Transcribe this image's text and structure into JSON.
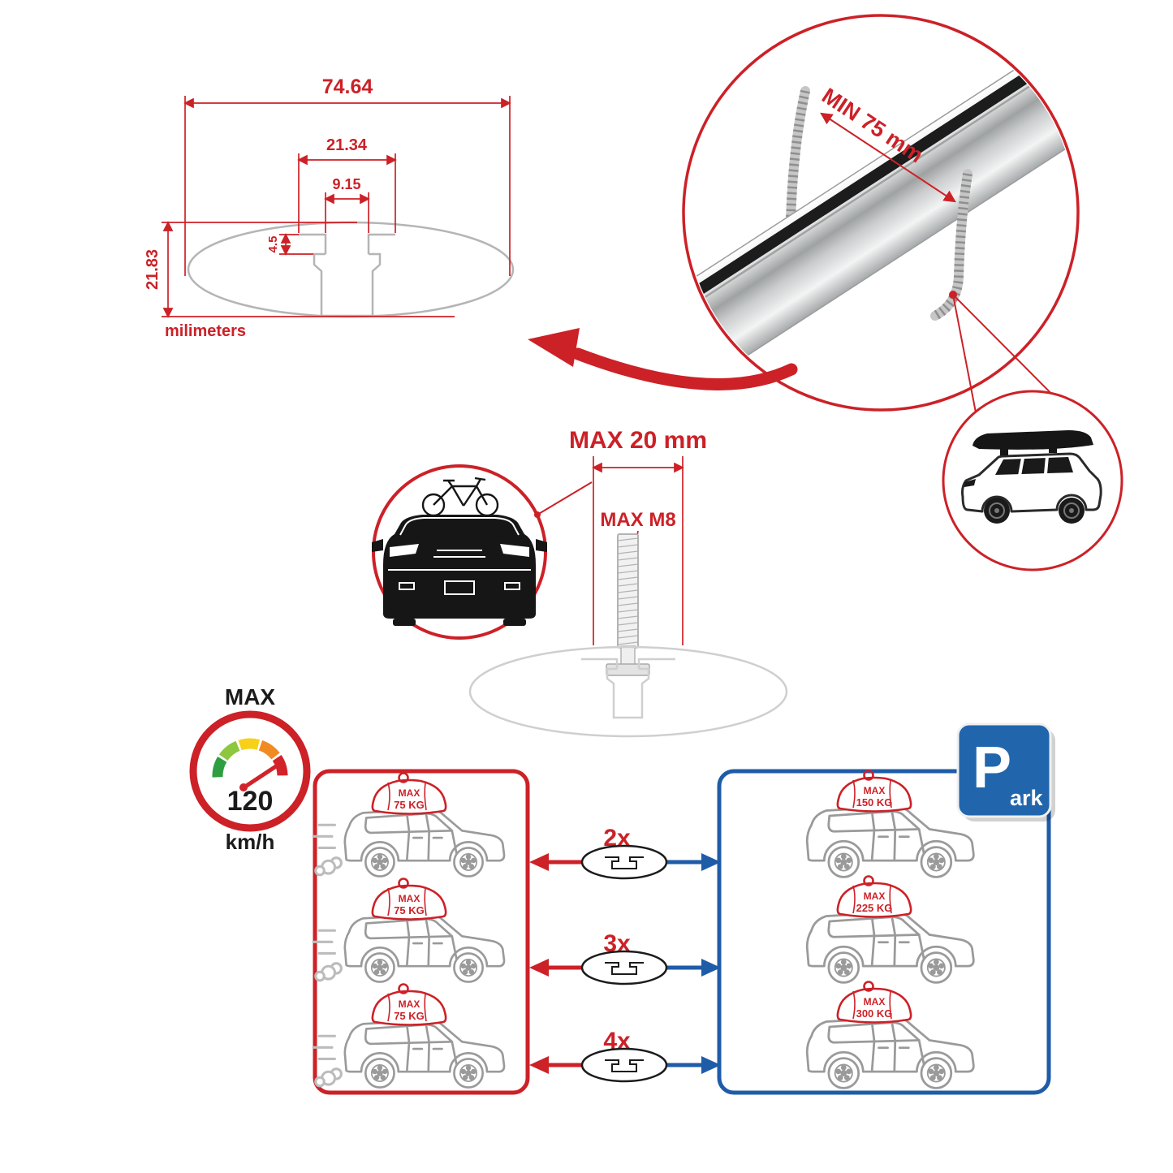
{
  "colors": {
    "red": "#cc2127",
    "blue": "#1e5ca8",
    "profile_gray": "#b5b5b5",
    "car_gray": "#9a9a9a",
    "black": "#1b1b1b"
  },
  "cross_section": {
    "width_total": "74.64",
    "width_upper": "21.34",
    "width_slot": "9.15",
    "depth_lip": "4.5",
    "height_total": "21.83",
    "units": "milimeters"
  },
  "bar_detail": {
    "min_distance": "MIN 75 mm"
  },
  "bolt": {
    "max_width": "MAX 20 mm",
    "max_thread": "MAX M8"
  },
  "speed_gauge": {
    "title": "MAX",
    "value": "120",
    "unit": "km/h"
  },
  "parking_sign": {
    "letter": "P",
    "suffix": "ark"
  },
  "bar_counts": [
    "2x",
    "3x",
    "4x"
  ],
  "dynamic_cars": [
    {
      "bag_label": "MAX",
      "bag_value": "75 KG"
    },
    {
      "bag_label": "MAX",
      "bag_value": "75 KG"
    },
    {
      "bag_label": "MAX",
      "bag_value": "75 KG"
    }
  ],
  "static_cars": [
    {
      "bag_label": "MAX",
      "bag_value": "150 KG"
    },
    {
      "bag_label": "MAX",
      "bag_value": "225 KG"
    },
    {
      "bag_label": "MAX",
      "bag_value": "300 KG"
    }
  ]
}
